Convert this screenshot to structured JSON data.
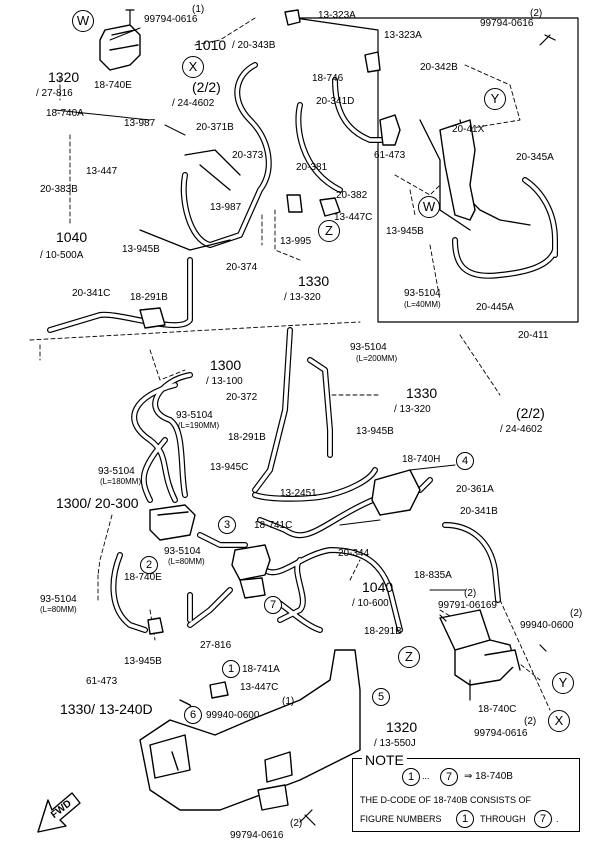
{
  "labels": {
    "l_99794_0616_top": "99794-0616",
    "l_1_top": "(1)",
    "l_13_323A_a": "13-323A",
    "l_13_323A_b": "13-323A",
    "l_2_a": "(2)",
    "l_99794_0616_tr": "99794-0616",
    "l_1010": "1010",
    "l_20_343B": "/ 20-343B",
    "l_1320_a": "1320",
    "l_27_816_a": "/ 27-816",
    "l_18_746": "18-746",
    "l_20_342B": "20-342B",
    "l_18_740E_a": "18-740E",
    "l_22_ref": "(2/2)",
    "l_24_4602_a": "/ 24-4602",
    "l_18_740A": "18-740A",
    "l_20_341D": "20-341D",
    "l_13_987_a": "13-987",
    "l_20_371B": "20-371B",
    "l_20_41X": "20-41X",
    "l_61_473_a": "61-473",
    "l_20_345A": "20-345A",
    "l_20_373": "20-373",
    "l_20_381": "20-381",
    "l_13_447": "13-447",
    "l_20_383B": "20-383B",
    "l_13_987_b": "13-987",
    "l_20_382": "20-382",
    "l_13_447C_a": "13-447C",
    "l_1040_a": "1040",
    "l_10_500A": "/ 10-500A",
    "l_13_945B_a": "13-945B",
    "l_13_995": "13-995",
    "l_13_945B_b": "13-945B",
    "l_20_374": "20-374",
    "l_1330_a": "1330",
    "l_13_320_a": "/ 13-320",
    "l_93_5104_a": "93-5104",
    "l_L40": "(L=40MM)",
    "l_20_445A": "20-445A",
    "l_20_341C": "20-341C",
    "l_18_291B_a": "18-291B",
    "l_20_411": "20-411",
    "l_93_5104_b": "93-5104",
    "l_L200": "(L=200MM)",
    "l_1300_a": "1300",
    "l_13_100": "/ 13-100",
    "l_20_372": "20-372",
    "l_1330_b": "1330",
    "l_13_320_b": "/ 13-320",
    "l_22_ref_b": "(2/2)",
    "l_24_4602_b": "/ 24-4602",
    "l_93_5104_c": "93-5104",
    "l_L190": "(L=190MM)",
    "l_18_291B_b": "18-291B",
    "l_13_945B_c": "13-945B",
    "l_18_740H": "18-740H",
    "l_93_5104_d": "93-5104",
    "l_L180": "(L=180MM)",
    "l_13_945C": "13-945C",
    "l_13_2451": "13-2451",
    "l_20_361A": "20-361A",
    "l_1300_b": "1300/ 20-300",
    "l_20_341B": "20-341B",
    "l_18_741C": "18-741C",
    "l_93_5104_e": "93-5104",
    "l_L80_a": "(L=80MM)",
    "l_20_344": "20-344",
    "l_18_740E_b": "18-740E",
    "l_18_835A": "18-835A",
    "l_93_5104_f": "93-5104",
    "l_L80_b": "(L=80MM)",
    "l_1040_b": "1040",
    "l_10_600": "/ 10-600",
    "l_2_b": "(2)",
    "l_99791_06169": "99791-06169",
    "l_2_c": "(2)",
    "l_99940_0600_r": "99940-0600",
    "l_18_291B_c": "18-291B",
    "l_27_816_b": "27-816",
    "l_13_945B_d": "13-945B",
    "l_61_473_b": "61-473",
    "l_18_741A": "18-741A",
    "l_13_447C_b": "13-447C",
    "l_1_b": "(1)",
    "l_99940_0600_c": "99940-0600",
    "l_1330_c": "1330/ 13-240D",
    "l_18_740C": "18-740C",
    "l_2_d": "(2)",
    "l_99794_0616_r": "99794-0616",
    "l_1320_b": "1320",
    "l_13_550J": "/ 13-550J",
    "l_99794_0616_b": "99794-0616",
    "l_2_e": "(2)",
    "l_fwd": "FWD"
  },
  "circles": {
    "W1": "W",
    "X1": "X",
    "Y1": "Y",
    "W2": "W",
    "Z1": "Z",
    "Z2": "Z",
    "Y2": "Y",
    "X2": "X",
    "n4": "4",
    "n3": "3",
    "n2": "2",
    "n7": "7",
    "n1": "1",
    "n6": "6",
    "n5": "5"
  },
  "note": {
    "title": "NOTE",
    "line1_a": "1",
    "line1_dots": "...",
    "line1_b": "7",
    "line1_c": "⇒ 18-740B",
    "line2": "THE D-CODE OF 18-740B CONSISTS OF",
    "line3_a": "FIGURE NUMBERS",
    "line3_b": "1",
    "line3_c": "THROUGH",
    "line3_d": "7",
    "line3_e": "."
  }
}
